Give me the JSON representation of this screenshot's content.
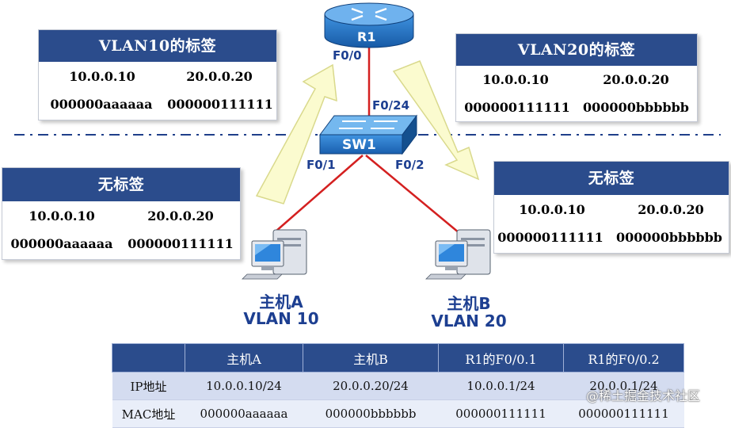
{
  "diagram": {
    "router": {
      "label": "R1",
      "port": "F0/0"
    },
    "switch": {
      "label": "SW1",
      "uplink_port": "F0/24",
      "port_a": "F0/1",
      "port_b": "F0/2"
    },
    "host_a": {
      "name": "主机A",
      "vlan": "VLAN 10"
    },
    "host_b": {
      "name": "主机B",
      "vlan": "VLAN 20"
    },
    "frames": {
      "vlan10_tagged": {
        "title": "VLAN10的标签",
        "src_ip": "10.0.0.10",
        "dst_ip": "20.0.0.20",
        "src_mac": "000000aaaaaa",
        "dst_mac": "000000111111"
      },
      "vlan20_tagged": {
        "title": "VLAN20的标签",
        "src_ip": "10.0.0.10",
        "dst_ip": "20.0.0.20",
        "src_mac": "000000111111",
        "dst_mac": "000000bbbbbb"
      },
      "untagged_a": {
        "title": "无标签",
        "src_ip": "10.0.0.10",
        "dst_ip": "20.0.0.20",
        "src_mac": "000000aaaaaa",
        "dst_mac": "000000111111"
      },
      "untagged_b": {
        "title": "无标签",
        "src_ip": "10.0.0.10",
        "dst_ip": "20.0.0.20",
        "src_mac": "000000111111",
        "dst_mac": "000000bbbbbb"
      }
    },
    "colors": {
      "link": "#d42020",
      "box_header": "#2b4c8c",
      "arrow_fill": "#fbfbcf",
      "label_blue": "#1d3f91",
      "device_blue": "#1e73c8"
    }
  },
  "table": {
    "headers": [
      "",
      "主机A",
      "主机B",
      "R1的F0/0.1",
      "R1的F0/0.2"
    ],
    "rows": [
      {
        "label": "IP地址",
        "values": [
          "10.0.0.10/24",
          "20.0.0.20/24",
          "10.0.0.1/24",
          "20.0.0.1/24"
        ]
      },
      {
        "label": "MAC地址",
        "values": [
          "000000aaaaaa",
          "000000bbbbbb",
          "000000111111",
          "000000111111"
        ]
      }
    ]
  },
  "watermark": "@稀土掘金技术社区"
}
